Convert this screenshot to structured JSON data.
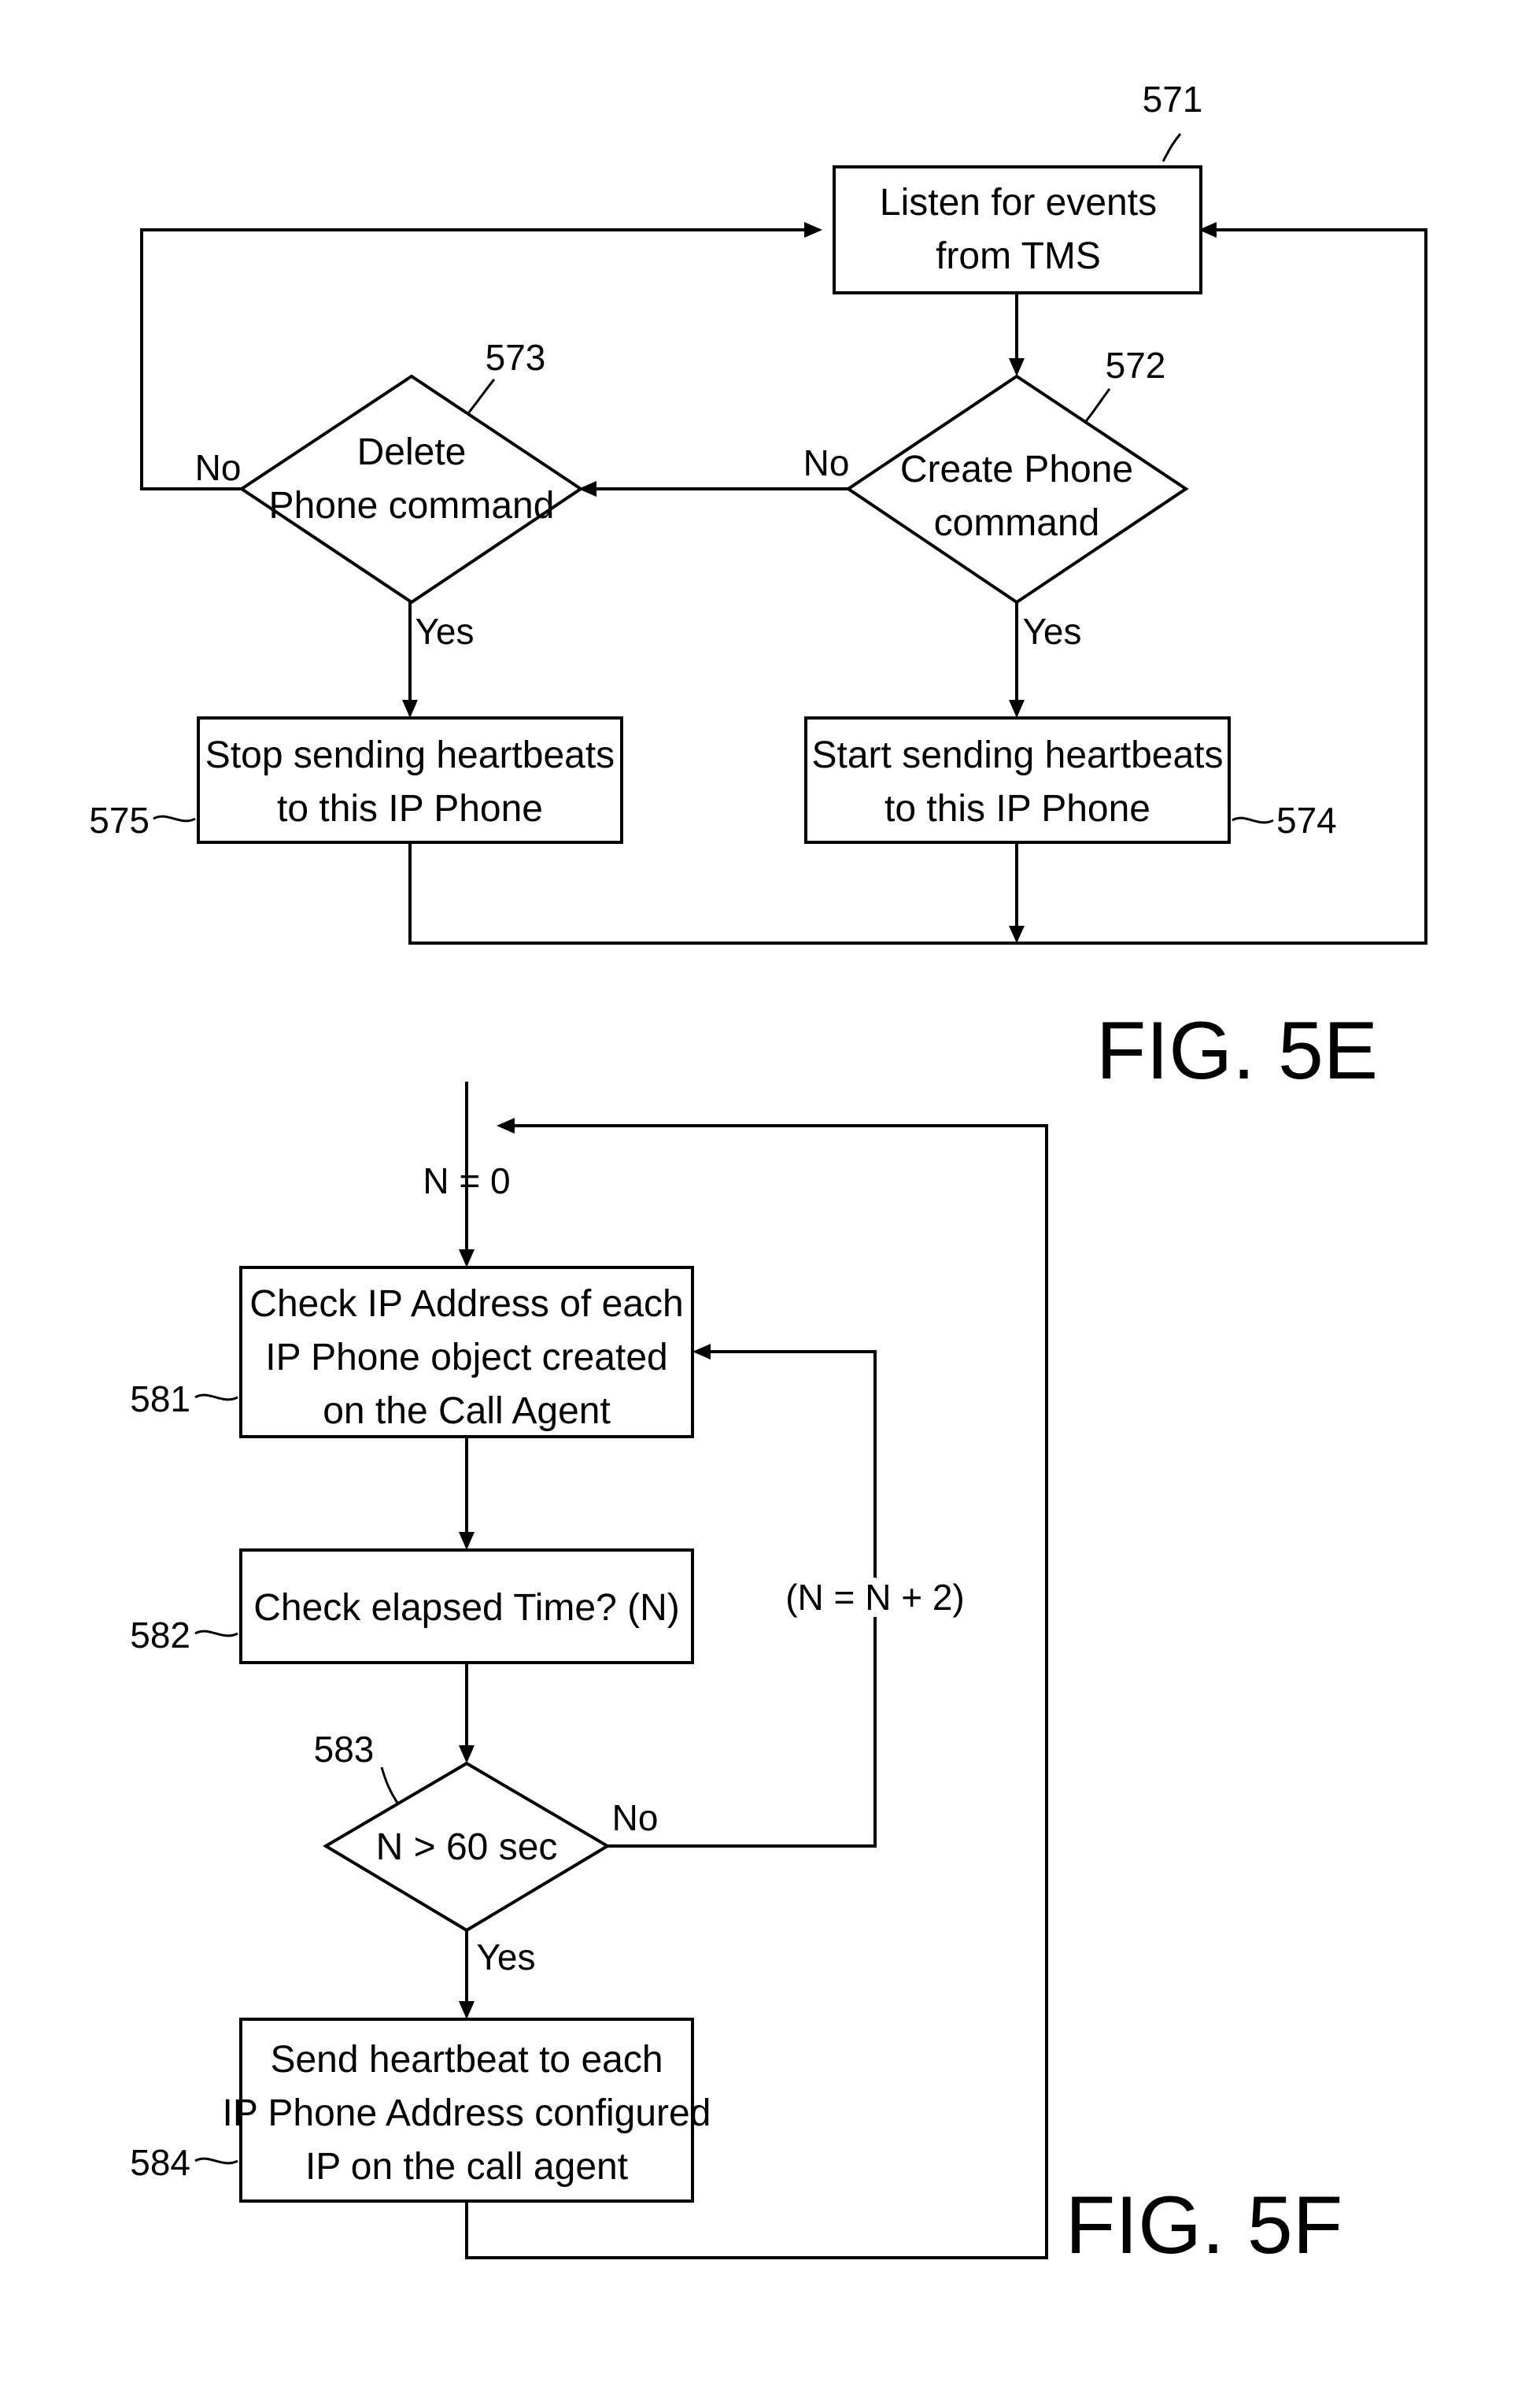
{
  "fig_5e": {
    "caption": "FIG. 5E",
    "nodes": {
      "n571": {
        "ref": "571",
        "lines": [
          "Listen for events",
          "from TMS"
        ]
      },
      "n572": {
        "ref": "572",
        "lines": [
          "Create Phone",
          "command"
        ]
      },
      "n573": {
        "ref": "573",
        "lines": [
          "Delete",
          "Phone command"
        ]
      },
      "n574": {
        "ref": "574",
        "lines": [
          "Start sending heartbeats",
          "to this IP Phone"
        ]
      },
      "n575": {
        "ref": "575",
        "lines": [
          "Stop sending heartbeats",
          "to this IP Phone"
        ]
      }
    },
    "edges": {
      "n572_no": "No",
      "n572_yes": "Yes",
      "n573_no": "No",
      "n573_yes": "Yes"
    }
  },
  "fig_5f": {
    "caption": "FIG. 5F",
    "init_label": "N = 0",
    "loop_label": "(N = N + 2)",
    "nodes": {
      "n581": {
        "ref": "581",
        "lines": [
          "Check IP Address of each",
          "IP Phone object created",
          "on the Call Agent"
        ]
      },
      "n582": {
        "ref": "582",
        "lines": [
          "Check elapsed Time? (N)"
        ]
      },
      "n583": {
        "ref": "583",
        "lines": [
          "N > 60 sec"
        ]
      },
      "n584": {
        "ref": "584",
        "lines": [
          "Send heartbeat to each",
          "IP Phone Address configured",
          "IP on the call agent"
        ]
      }
    },
    "edges": {
      "n583_no": "No",
      "n583_yes": "Yes"
    }
  }
}
